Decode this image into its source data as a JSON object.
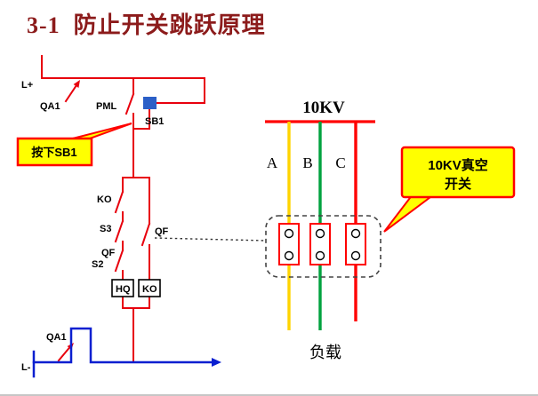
{
  "title": "3-1  防止开关跳跃原理",
  "control_circuit": {
    "rail_positive_label": "L+",
    "rail_negative_label": "L-",
    "qa1_top_label": "QA1",
    "pml_label": "PML",
    "sb1_label": "SB1",
    "callout_press_sb1": "按下SB1",
    "ko_contact_label": "KO",
    "s3_label": "S3",
    "qf_left_label": "QF",
    "s2_label": "S2",
    "qf_right_label": "QF",
    "hq_coil_label": "HQ",
    "ko_coil_label": "KO",
    "qa1_bottom_label": "QA1"
  },
  "power_circuit": {
    "busbar_voltage": "10KV",
    "phase_labels": {
      "a": "A",
      "b": "B",
      "c": "C"
    },
    "vacuum_switch_callout_line1": "10KV真空",
    "vacuum_switch_callout_line2": "开关",
    "load_label": "负载"
  },
  "colors": {
    "title_text": "#8c1b1b",
    "control_circuit_line": "#e8000d",
    "negative_rail_line": "#0a1fd0",
    "phase_a_line": "#ffd400",
    "phase_b_line": "#00a23e",
    "phase_c_line": "#ff0000",
    "callout_fill": "#ffff00",
    "callout_border": "#ff0000",
    "sb1_button_fill": "#2b5fc7",
    "coil_box_border": "#000000"
  }
}
